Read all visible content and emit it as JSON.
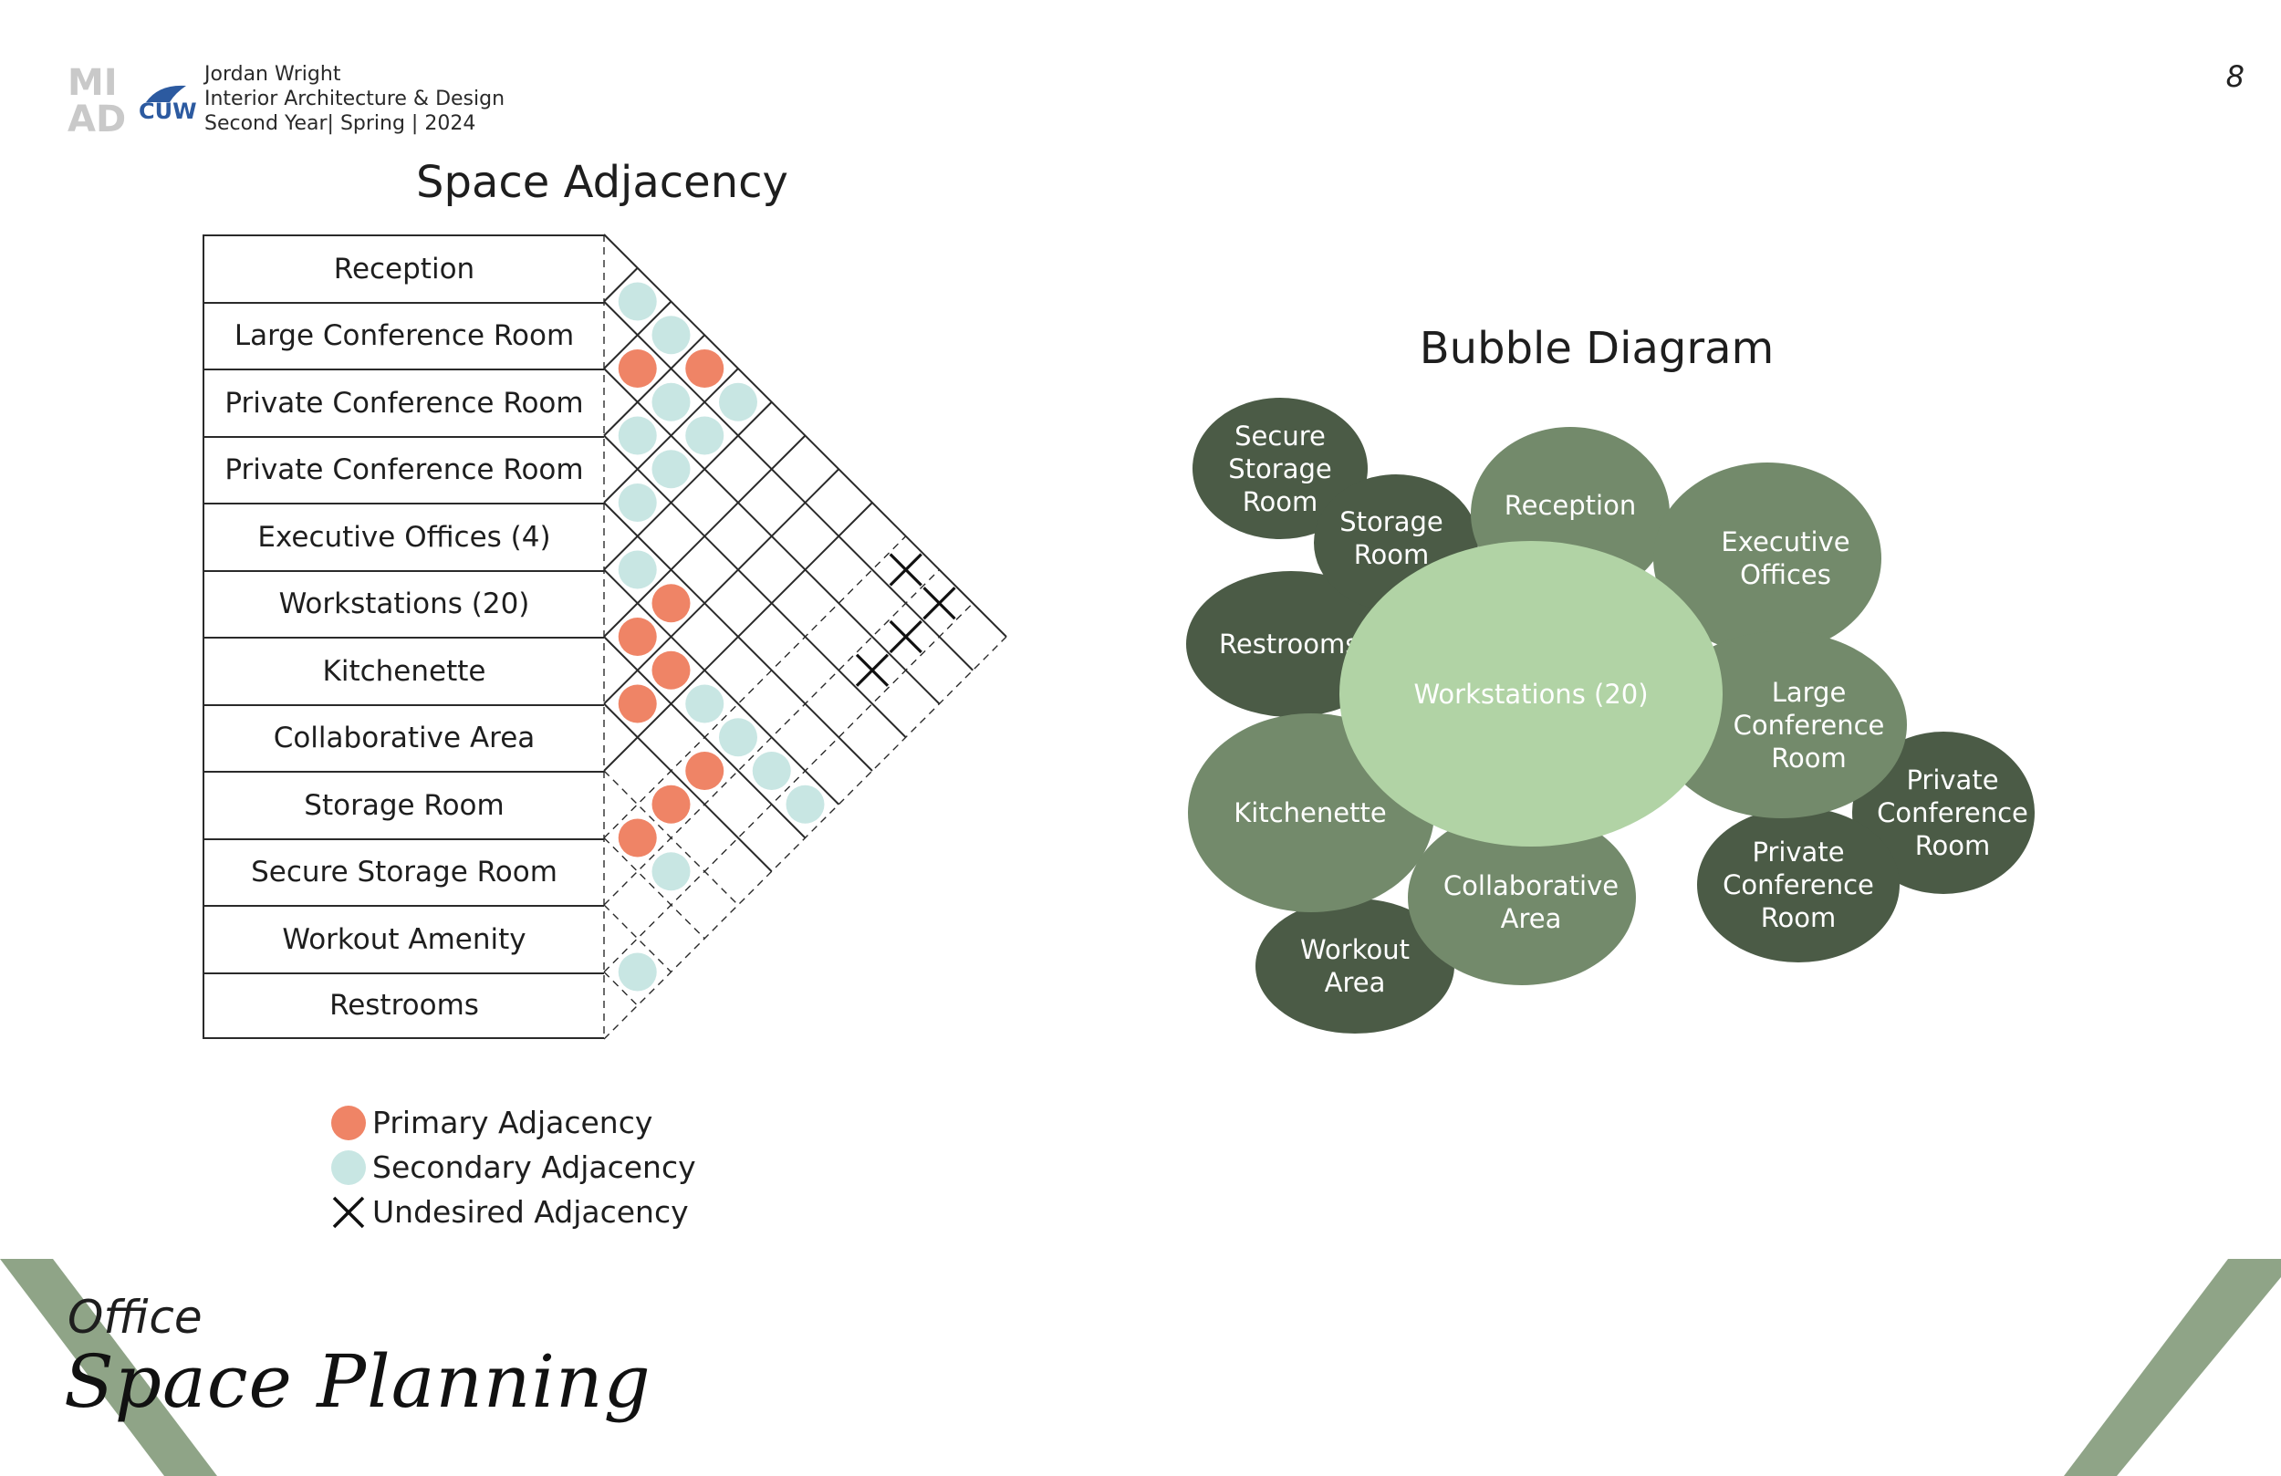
{
  "header": {
    "logo_text": "MIAD",
    "logo_sub": "CUW",
    "name": "Jordan Wright",
    "program": "Interior Architecture & Design",
    "term": "Second Year| Spring | 2024",
    "page_number": "8"
  },
  "adjacency": {
    "title": "Space Adjacency",
    "rows": [
      "Reception",
      "Large Conference Room",
      "Private Conference Room",
      "Private Conference Room",
      "Executive Offices (4)",
      "Workstations (20)",
      "Kitchenette",
      "Collaborative Area",
      "Storage Room",
      "Secure Storage Room",
      "Workout Amenity",
      "Restrooms"
    ],
    "relations": [
      {
        "a": 0,
        "b": 1,
        "type": "secondary"
      },
      {
        "a": 0,
        "b": 2,
        "type": "secondary"
      },
      {
        "a": 0,
        "b": 3,
        "type": "primary"
      },
      {
        "a": 0,
        "b": 4,
        "type": "secondary"
      },
      {
        "a": 1,
        "b": 2,
        "type": "primary"
      },
      {
        "a": 1,
        "b": 3,
        "type": "secondary"
      },
      {
        "a": 1,
        "b": 4,
        "type": "secondary"
      },
      {
        "a": 2,
        "b": 3,
        "type": "secondary"
      },
      {
        "a": 2,
        "b": 4,
        "type": "secondary"
      },
      {
        "a": 3,
        "b": 4,
        "type": "secondary"
      },
      {
        "a": 4,
        "b": 5,
        "type": "secondary"
      },
      {
        "a": 4,
        "b": 6,
        "type": "primary"
      },
      {
        "a": 5,
        "b": 6,
        "type": "primary"
      },
      {
        "a": 5,
        "b": 7,
        "type": "primary"
      },
      {
        "a": 6,
        "b": 7,
        "type": "primary"
      },
      {
        "a": 5,
        "b": 8,
        "type": "secondary"
      },
      {
        "a": 5,
        "b": 9,
        "type": "secondary"
      },
      {
        "a": 5,
        "b": 10,
        "type": "secondary"
      },
      {
        "a": 5,
        "b": 11,
        "type": "secondary"
      },
      {
        "a": 0,
        "b": 9,
        "type": "undesired"
      },
      {
        "a": 0,
        "b": 10,
        "type": "undesired"
      },
      {
        "a": 1,
        "b": 10,
        "type": "undesired"
      },
      {
        "a": 2,
        "b": 10,
        "type": "undesired"
      },
      {
        "a": 6,
        "b": 9,
        "type": "primary"
      },
      {
        "a": 7,
        "b": 9,
        "type": "primary"
      },
      {
        "a": 8,
        "b": 9,
        "type": "primary"
      },
      {
        "a": 8,
        "b": 10,
        "type": "secondary"
      },
      {
        "a": 10,
        "b": 11,
        "type": "secondary"
      }
    ],
    "legend": [
      {
        "type": "primary",
        "label": "Primary Adjacency"
      },
      {
        "type": "secondary",
        "label": "Secondary Adjacency"
      },
      {
        "type": "undesired",
        "label": "Undesired Adjacency"
      }
    ]
  },
  "bubble_diagram": {
    "title": "Bubble Diagram",
    "bubbles": {
      "secure_storage": [
        "Secure",
        "Storage",
        "Room"
      ],
      "storage": [
        "Storage",
        "Room"
      ],
      "reception": [
        "Reception"
      ],
      "executive": [
        "Executive",
        "Offices"
      ],
      "restrooms": [
        "Restrooms"
      ],
      "workstations": [
        "Workstations (20)"
      ],
      "large_conf": [
        "Large",
        "Conference",
        "Room"
      ],
      "private_conf_a": [
        "Private",
        "Conference",
        "Room"
      ],
      "private_conf_b": [
        "Private",
        "Conference",
        "Room"
      ],
      "kitchenette": [
        "Kitchenette"
      ],
      "collaborative": [
        "Collaborative",
        "Area"
      ],
      "workout": [
        "Workout",
        "Area"
      ]
    }
  },
  "colors": {
    "primary": "#ef8466",
    "secondary": "#c8e6e3",
    "dark_green": "#4b5b46",
    "mid_green": "#738a6b",
    "light_green": "#b1d3a5",
    "accent_band": "#8fa487"
  },
  "footer": {
    "office": "Office",
    "title": "Space Planning"
  }
}
